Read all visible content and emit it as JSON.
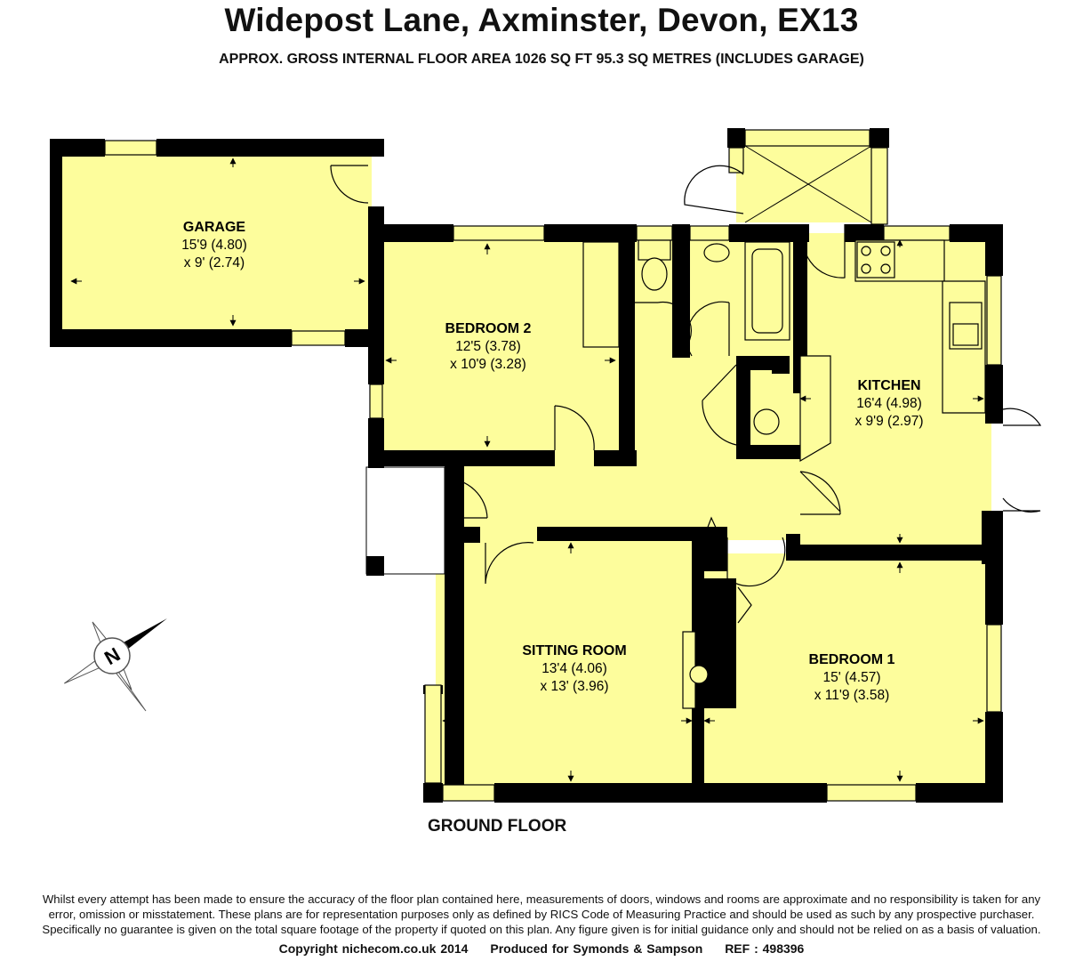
{
  "header": {
    "title": "Widepost Lane, Axminster, Devon, EX13",
    "subtitle": "APPROX. GROSS INTERNAL FLOOR AREA 1026 SQ FT 95.3 SQ METRES (INCLUDES GARAGE)"
  },
  "rooms": {
    "garage": {
      "name": "GARAGE",
      "dim1": "15'9 (4.80)",
      "dim2": "x 9' (2.74)"
    },
    "bedroom2": {
      "name": "BEDROOM 2",
      "dim1": "12'5 (3.78)",
      "dim2": "x 10'9 (3.28)"
    },
    "kitchen": {
      "name": "KITCHEN",
      "dim1": "16'4 (4.98)",
      "dim2": "x 9'9 (2.97)"
    },
    "sitting": {
      "name": "SITTING ROOM",
      "dim1": "13'4 (4.06)",
      "dim2": "x 13' (3.96)"
    },
    "bedroom1": {
      "name": "BEDROOM 1",
      "dim1": "15' (4.57)",
      "dim2": "x 11'9 (3.58)"
    }
  },
  "floor_label": "GROUND FLOOR",
  "compass_letter": "N",
  "colors": {
    "room_fill": "#fdfd9c",
    "wall": "#000000"
  },
  "disclaimer": [
    "Whilst every attempt has been made to ensure the accuracy of the floor plan contained here, measurements of doors, windows and rooms are approximate and no responsibility is taken for any",
    "error, omission or misstatement. These plans are for representation purposes only as defined by RICS Code of Measuring Practice and should be used as such by any prospective purchaser.",
    "Specifically no guarantee is given on the total square footage of the property if quoted on this plan. Any figure given is for initial guidance only and should not be relied on as a basis of valuation."
  ],
  "footer": {
    "copyright": "Copyright nichecom.co.uk 2014",
    "produced": "Produced for Symonds & Sampson",
    "ref": "REF : 498396"
  }
}
